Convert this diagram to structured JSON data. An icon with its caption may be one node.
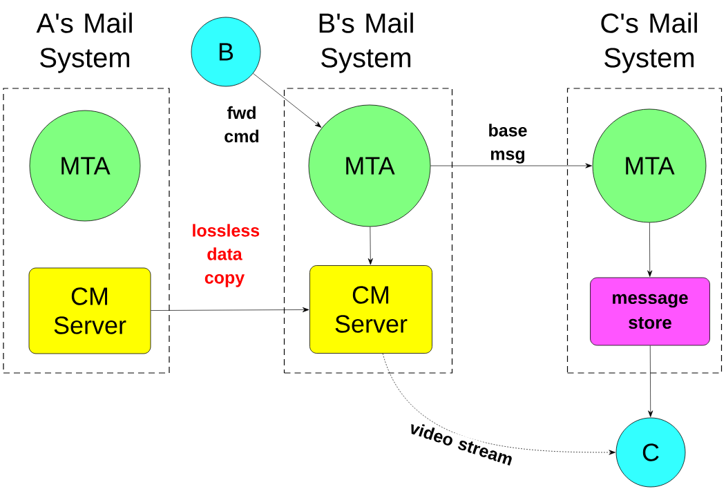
{
  "diagram": {
    "nodes": [
      {
        "text": [
          "A's Mail System"
        ]
      },
      {
        "text": [
          "MTA"
        ],
        "in": 0
      },
      {
        "text": [
          "CM Server"
        ],
        "in": 0
      },
      {
        "text": [
          "B"
        ]
      },
      {
        "text": [
          "B's Mail System"
        ]
      },
      {
        "text": [
          "MTA"
        ],
        "in": 4
      },
      {
        "text": [
          "CM Server"
        ],
        "in": 4
      },
      {
        "text": [
          "C's Mail System"
        ]
      },
      {
        "text": [
          "MTA"
        ],
        "in": 7
      },
      {
        "text": [
          "message store"
        ],
        "in": 7
      },
      {
        "text": [
          "C"
        ]
      }
    ],
    "edges": [
      {
        "from": 3,
        "to": 5,
        "arrow": "to",
        "label": "fwd cmd"
      },
      {
        "from": 5,
        "to": 8,
        "arrow": "to",
        "label": "base msg"
      },
      {
        "from": 5,
        "to": 6,
        "arrow": "to"
      },
      {
        "from": 2,
        "to": 6,
        "arrow": "to",
        "label": "lossless data copy"
      },
      {
        "from": 8,
        "to": 9,
        "arrow": "to"
      },
      {
        "from": 9,
        "to": 10,
        "arrow": "to"
      },
      {
        "from": 6,
        "to": 10,
        "arrow": "to",
        "label": "video stream",
        "style": "dashed"
      }
    ]
  }
}
